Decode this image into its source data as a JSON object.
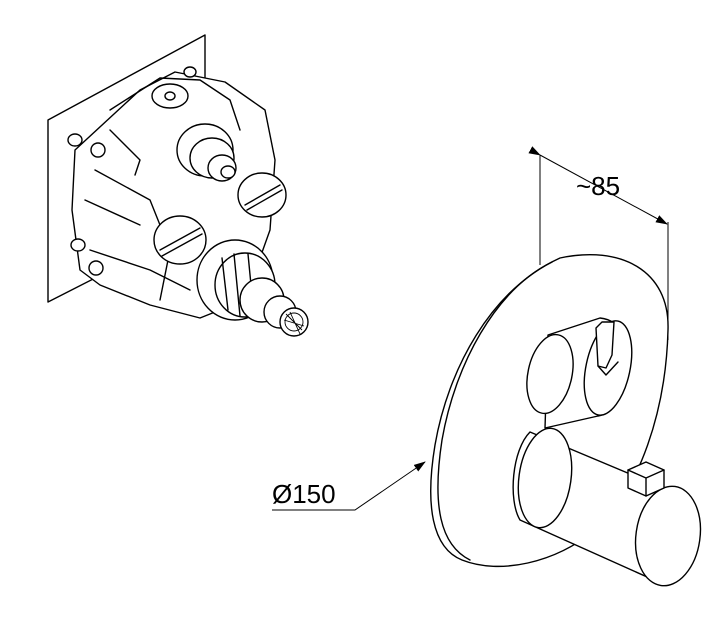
{
  "dimensions": {
    "depth_label": "~85",
    "diameter_label": "Ø150"
  },
  "colors": {
    "line": "#000000",
    "background": "#ffffff"
  },
  "icons": {
    "arrowhead": "dimension-arrowhead"
  }
}
